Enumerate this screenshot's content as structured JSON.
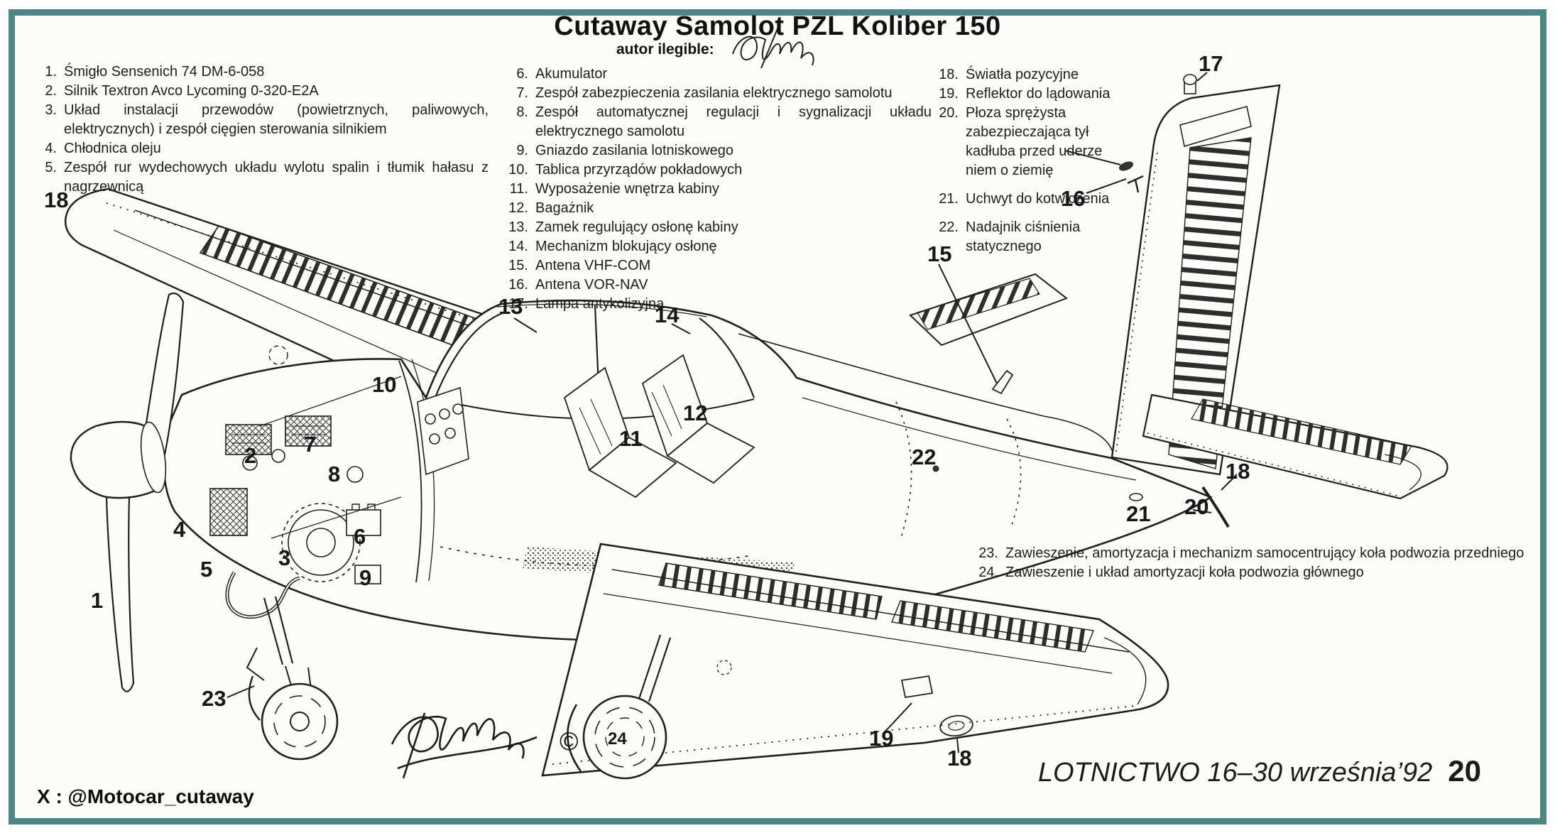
{
  "page": {
    "title": "Cutaway Samolot PZL Koliber 150",
    "author_label": "autor ilegible:",
    "copyright_symbol": "©",
    "watermark": "X : @Motocar_cutaway",
    "footer": {
      "magazine": "LOTNICTWO 16–30 września’92",
      "page_number": "20"
    }
  },
  "colors": {
    "border": "#4e8683",
    "paper": "#fcfcf9",
    "ink": "#1f1f1f"
  },
  "legend": {
    "left": [
      {
        "num": "1.",
        "text": "Śmigło Sensenich 74 DM-6-058"
      },
      {
        "num": "2.",
        "text": "Silnik Textron Avco Lycoming 0-320-E2A"
      },
      {
        "num": "3.",
        "text": "Układ instalacji przewodów (powietrznych, paliwowych, elektrycznych) i zespół cięgien sterowania silnikiem"
      },
      {
        "num": "4.",
        "text": "Chłodnica oleju"
      },
      {
        "num": "5.",
        "text": "Zespół rur wydechowych układu wylotu spalin i tłumik hałasu z nagrzewnicą"
      }
    ],
    "middle": [
      {
        "num": "6.",
        "text": "Akumulator"
      },
      {
        "num": "7.",
        "text": "Zespół zabezpieczenia zasilania elektrycznego samolotu"
      },
      {
        "num": "8.",
        "text": "Zespół automatycznej regulacji i sygnalizacji układu elektrycznego samolotu"
      },
      {
        "num": "9.",
        "text": "Gniazdo zasilania lotniskowego"
      },
      {
        "num": "10.",
        "text": "Tablica przyrządów pokładowych"
      },
      {
        "num": "11.",
        "text": "Wyposażenie wnętrza kabiny"
      },
      {
        "num": "12.",
        "text": "Bagażnik"
      },
      {
        "num": "13.",
        "text": "Zamek regulujący osłonę kabiny"
      },
      {
        "num": "14.",
        "text": "Mechanizm blokujący osłonę"
      },
      {
        "num": "15.",
        "text": "Antena VHF-COM"
      },
      {
        "num": "16.",
        "text": "Antena VOR-NAV"
      },
      {
        "num": "17.",
        "text": "Lampa antykolizyjna"
      }
    ],
    "right": [
      {
        "num": "18.",
        "text": "Światła pozycyjne"
      },
      {
        "num": "19.",
        "text": "Reflektor do lądowania"
      },
      {
        "num": "20.",
        "text": "Płoza sprężysta zabezpieczająca tył kadłuba przed uderze niem o ziemię"
      },
      {
        "num": "21.",
        "text": "Uchwyt do kotwiczenia"
      },
      {
        "num": "22.",
        "text": "Nadajnik ciśnienia statycznego"
      }
    ],
    "bottom": [
      {
        "num": "23.",
        "text": "Zawieszenie, amortyzacja i mechanizm samocentrujący koła podwozia przedniego"
      },
      {
        "num": "24.",
        "text": "Zawieszenie i układ amortyzacji koła podwozia głównego"
      }
    ]
  },
  "callouts": [
    "18",
    "1",
    "23",
    "4",
    "5",
    "2",
    "3",
    "7",
    "8",
    "6",
    "9",
    "10",
    "13",
    "14",
    "11",
    "12",
    "22",
    "15",
    "16",
    "17",
    "21",
    "20",
    "18",
    "24",
    "19",
    "18"
  ]
}
